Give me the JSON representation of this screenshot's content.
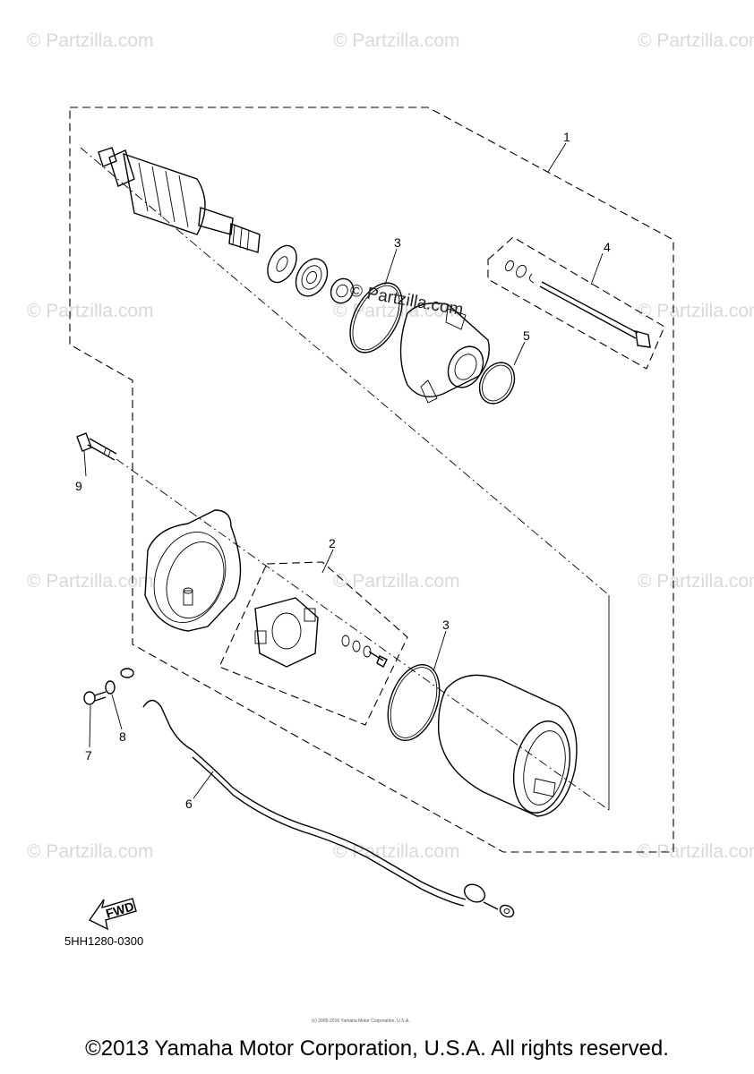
{
  "watermark": {
    "text": "© Partzilla.com"
  },
  "overlay_watermark": "© Partzilla.com",
  "callouts": {
    "c1": "1",
    "c2": "2",
    "c3a": "3",
    "c3b": "3",
    "c4": "4",
    "c5": "5",
    "c6": "6",
    "c7": "7",
    "c8": "8",
    "c9": "9"
  },
  "fwd_label": "FWD",
  "diagram_code": "5HH1280-0300",
  "small_notice": "(c) 2005-2016 Yamaha Motor Corporation, U.S.A.",
  "copyright": "©2013 Yamaha Motor Corporation, U.S.A. All rights reserved."
}
